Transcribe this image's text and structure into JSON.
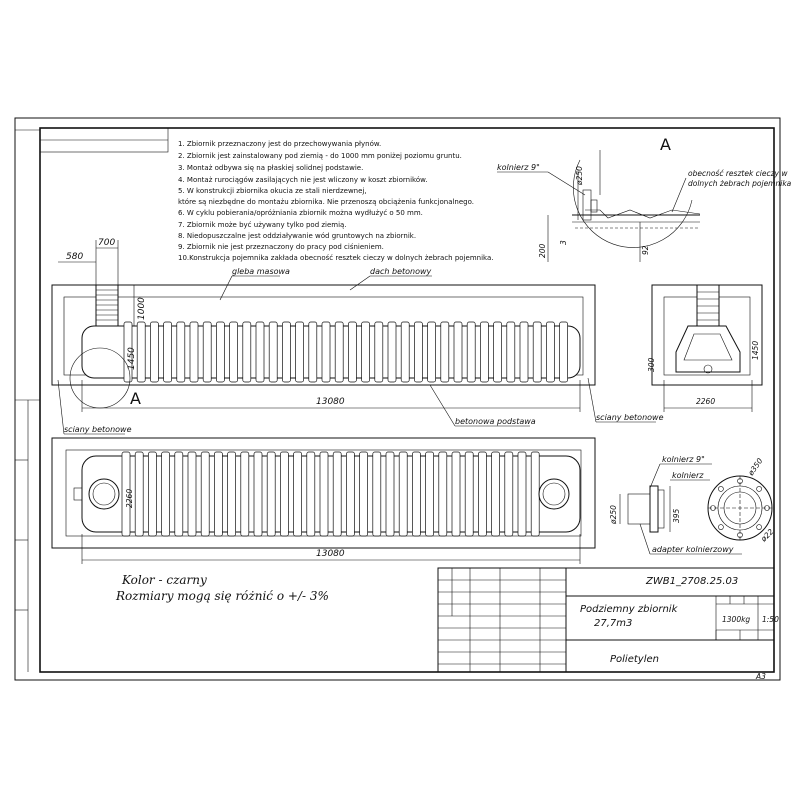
{
  "notes": [
    "1. Zbiornik przeznaczony jest do przechowywania płynów.",
    "2. Zbiornik jest zainstalowany pod ziemią - do 1000 mm poniżej poziomu gruntu.",
    "3. Montaż odbywa się na płaskiej solidnej podstawie.",
    "4. Montaż rurociągów zasilających nie jest wliczony w koszt zbiorników.",
    "5. W konstrukcji zbiornika okucia ze stali nierdzewnej,",
    "które są niezbędne do montażu zbiornika. Nie przenoszą obciążenia funkcjonalnego.",
    "6. W cyklu pobierania/opróżniania zbiornik można wydłużyć o 50 mm.",
    "7. Zbiornik może być używany tylko pod ziemią.",
    "8. Niedopuszczalne jest oddziaływanie wód gruntowych na zbiornik.",
    "9. Zbiornik nie jest przeznaczony do pracy pod ciśnieniem.",
    "10.Konstrukcja pojemnika zakłada obecność resztek cieczy w dolnych żebrach pojemnika."
  ],
  "detail_a": {
    "letter": "A",
    "kolnierz": "kolnierz 9\"",
    "diam": "ø250",
    "residue": "obecność resztek cieczy w dolnych żebrach pojemnika",
    "dim_200": "200",
    "dim_3": "3",
    "dim_92": "92"
  },
  "side_view": {
    "dim_700": "700",
    "dim_580": "580",
    "dim_1000": "1000",
    "dim_1450": "1450",
    "dim_13080": "13080",
    "gleba": "gleba masowa",
    "dach": "dach betonowy",
    "podstawa": "betonowa podstawa",
    "sciany_left": "sciany betonowe",
    "sciany_right": "sciany betonowe",
    "callout": "A"
  },
  "end_view": {
    "dim_300": "300",
    "dim_1450": "1450",
    "dim_2260": "2260"
  },
  "top_view": {
    "dim_13080": "13080",
    "dim_2260": "2260"
  },
  "flange_detail": {
    "kolnierz9": "kolnierz 9\"",
    "kolnierz": "kolnierz",
    "d250": "ø250",
    "d350": "ø350",
    "d395": "395",
    "d22": "ø22",
    "adapter": "adapter kolnierzowy"
  },
  "remarks": {
    "color": "Kolor - czarny",
    "tolerance": "Rozmiary mogą się różnić o +/- 3%"
  },
  "title_block": {
    "code": "ZWB1_2708.25.03",
    "name_line1": "Podziemny zbiornik",
    "name_line2": "27,7m3",
    "mass": "1300kg",
    "scale": "1:50",
    "material": "Polietylen",
    "format": "A3"
  }
}
